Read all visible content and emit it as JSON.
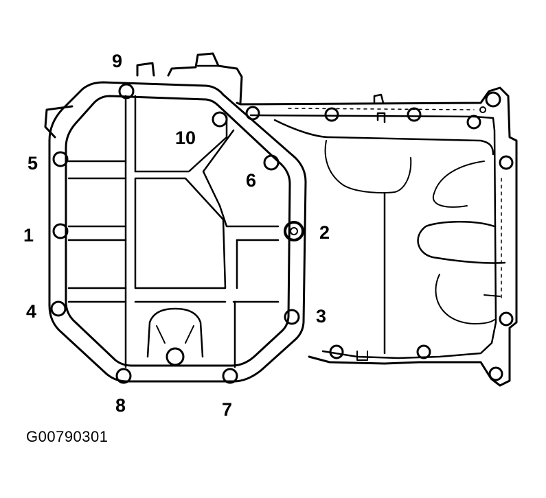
{
  "colors": {
    "ink": "#000000",
    "paper": "#ffffff"
  },
  "callouts": [
    {
      "id": "9",
      "text": "9"
    },
    {
      "id": "10",
      "text": "10"
    },
    {
      "id": "5",
      "text": "5"
    },
    {
      "id": "6",
      "text": "6"
    },
    {
      "id": "1",
      "text": "1"
    },
    {
      "id": "2",
      "text": "2"
    },
    {
      "id": "4",
      "text": "4"
    },
    {
      "id": "3",
      "text": "3"
    },
    {
      "id": "8",
      "text": "8"
    },
    {
      "id": "7",
      "text": "7"
    }
  ],
  "figure_id": "G00790301"
}
